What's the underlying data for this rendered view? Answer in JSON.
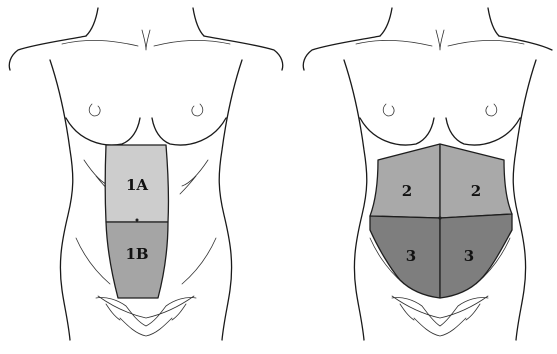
{
  "figures": [
    {
      "zones": [
        {
          "label": "1A",
          "color": "#cdcdcd"
        },
        {
          "label": "1B",
          "color": "#a5a5a5"
        }
      ]
    },
    {
      "zones": [
        {
          "label": "2",
          "color": "#a9a9a9"
        },
        {
          "label": "2",
          "color": "#a9a9a9"
        },
        {
          "label": "3",
          "color": "#7e7e7e"
        },
        {
          "label": "3",
          "color": "#7e7e7e"
        }
      ]
    }
  ]
}
